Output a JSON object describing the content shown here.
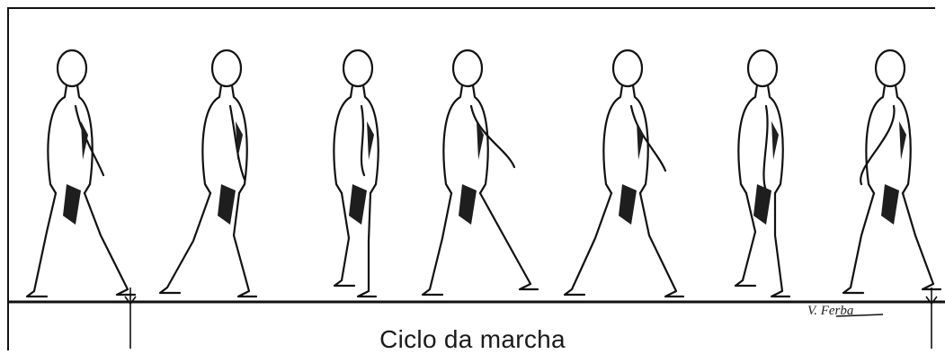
{
  "diagram": {
    "caption": "Ciclo da marcha",
    "signature": "V. Ferba",
    "figure_count": 7,
    "colors": {
      "ink": "#111111",
      "shade": "#1e1e1e",
      "background": "#ffffff"
    }
  }
}
